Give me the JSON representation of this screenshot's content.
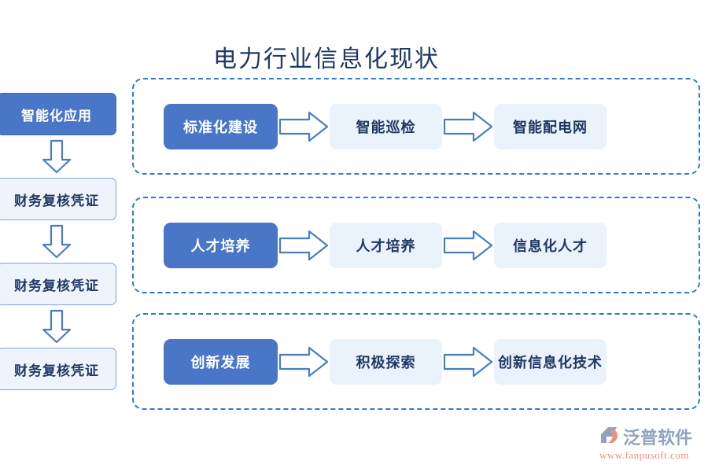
{
  "title": "电力行业信息化现状",
  "sidebar": {
    "header": {
      "label": "智能化应用"
    },
    "steps": [
      {
        "label": "财务复核凭证"
      },
      {
        "label": "财务复核凭证"
      },
      {
        "label": "财务复核凭证"
      }
    ],
    "connector_icon": "arrow-down-icon"
  },
  "rows": [
    {
      "stages": [
        {
          "label": "标准化建设",
          "style": "primary"
        },
        {
          "label": "智能巡检",
          "style": "light"
        },
        {
          "label": "智能配电网",
          "style": "light"
        }
      ],
      "connector_icon": "arrow-right-icon"
    },
    {
      "stages": [
        {
          "label": "人才培养",
          "style": "primary"
        },
        {
          "label": "人才培养",
          "style": "light"
        },
        {
          "label": "信息化人才",
          "style": "light"
        }
      ],
      "connector_icon": "arrow-right-icon"
    },
    {
      "stages": [
        {
          "label": "创新发展",
          "style": "primary"
        },
        {
          "label": "积极探索",
          "style": "light"
        },
        {
          "label": "创新信息化技术",
          "style": "light"
        }
      ],
      "connector_icon": "arrow-right-icon"
    }
  ],
  "watermark": {
    "brand": "泛普软件",
    "url": "www.fanpusoft.com",
    "logo_icon": "fanpu-logo-icon"
  },
  "colors": {
    "primary_blue": "#4a76c8",
    "light_blue": "#eaf2fb",
    "sidebar_light": "#eff4fc",
    "dashed_border": "#2d7ad4",
    "arrow_stroke": "#4a7ec0",
    "title_navy": "#1f3864",
    "watermark_gray": "#8fa3bf",
    "watermark_salmon": "#e8927c"
  }
}
